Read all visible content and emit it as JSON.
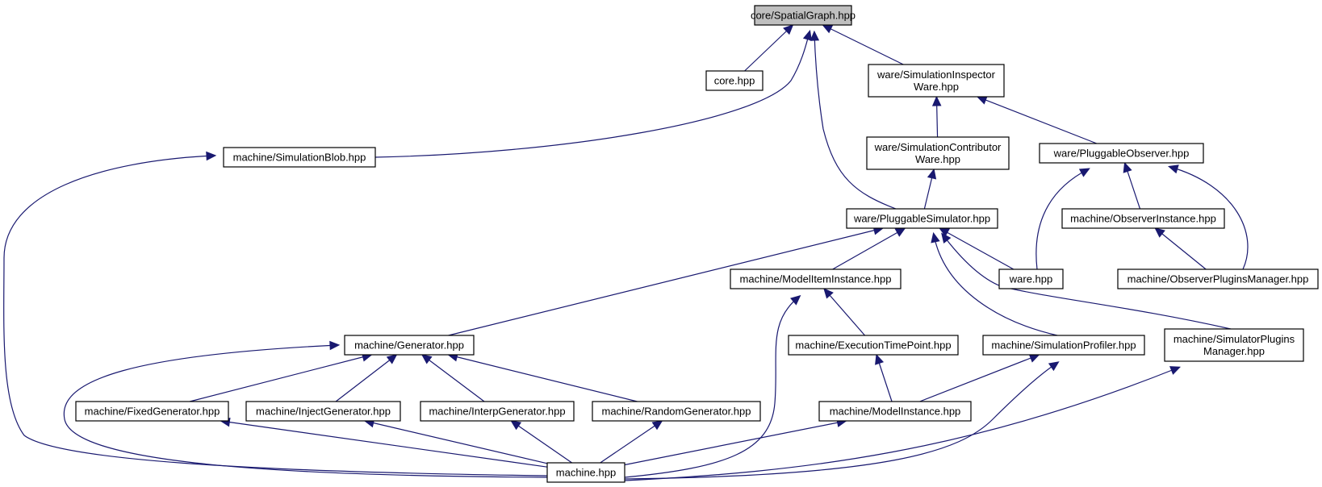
{
  "graph": {
    "title": "core/SpatialGraph.hpp",
    "nodes": {
      "spatial": [
        "core/SpatialGraph.hpp"
      ],
      "core": [
        "core.hpp"
      ],
      "inspector": [
        "ware/SimulationInspector",
        "Ware.hpp"
      ],
      "blob": [
        "machine/SimulationBlob.hpp"
      ],
      "contributor": [
        "ware/SimulationContributor",
        "Ware.hpp"
      ],
      "pobserver": [
        "ware/PluggableObserver.hpp"
      ],
      "psim": [
        "ware/PluggableSimulator.hpp"
      ],
      "obsinst": [
        "machine/ObserverInstance.hpp"
      ],
      "modelitem": [
        "machine/ModelItemInstance.hpp"
      ],
      "ware": [
        "ware.hpp"
      ],
      "obsplug": [
        "machine/ObserverPluginsManager.hpp"
      ],
      "generator": [
        "machine/Generator.hpp"
      ],
      "exectime": [
        "machine/ExecutionTimePoint.hpp"
      ],
      "profiler": [
        "machine/SimulationProfiler.hpp"
      ],
      "simplug": [
        "machine/SimulatorPlugins",
        "Manager.hpp"
      ],
      "fixed": [
        "machine/FixedGenerator.hpp"
      ],
      "inject": [
        "machine/InjectGenerator.hpp"
      ],
      "interp": [
        "machine/InterpGenerator.hpp"
      ],
      "random": [
        "machine/RandomGenerator.hpp"
      ],
      "modelinst": [
        "machine/ModelInstance.hpp"
      ],
      "machine": [
        "machine.hpp"
      ]
    },
    "edges": [
      [
        "core",
        "spatial"
      ],
      [
        "inspector",
        "spatial"
      ],
      [
        "blob",
        "spatial"
      ],
      [
        "psim",
        "spatial"
      ],
      [
        "contributor",
        "inspector"
      ],
      [
        "pobserver",
        "inspector"
      ],
      [
        "psim",
        "contributor"
      ],
      [
        "obsinst",
        "pobserver"
      ],
      [
        "ware",
        "pobserver"
      ],
      [
        "obsplug",
        "pobserver"
      ],
      [
        "obsplug",
        "obsinst"
      ],
      [
        "generator",
        "psim"
      ],
      [
        "modelitem",
        "psim"
      ],
      [
        "ware",
        "psim"
      ],
      [
        "profiler",
        "psim"
      ],
      [
        "simplug",
        "psim"
      ],
      [
        "exectime",
        "modelitem"
      ],
      [
        "machine",
        "modelitem"
      ],
      [
        "fixed",
        "generator"
      ],
      [
        "inject",
        "generator"
      ],
      [
        "interp",
        "generator"
      ],
      [
        "random",
        "generator"
      ],
      [
        "machine",
        "generator"
      ],
      [
        "modelinst",
        "exectime"
      ],
      [
        "modelinst",
        "profiler"
      ],
      [
        "machine",
        "profiler"
      ],
      [
        "machine",
        "simplug"
      ],
      [
        "machine",
        "fixed"
      ],
      [
        "machine",
        "inject"
      ],
      [
        "machine",
        "interp"
      ],
      [
        "machine",
        "random"
      ],
      [
        "machine",
        "modelinst"
      ],
      [
        "machine",
        "blob"
      ]
    ]
  }
}
